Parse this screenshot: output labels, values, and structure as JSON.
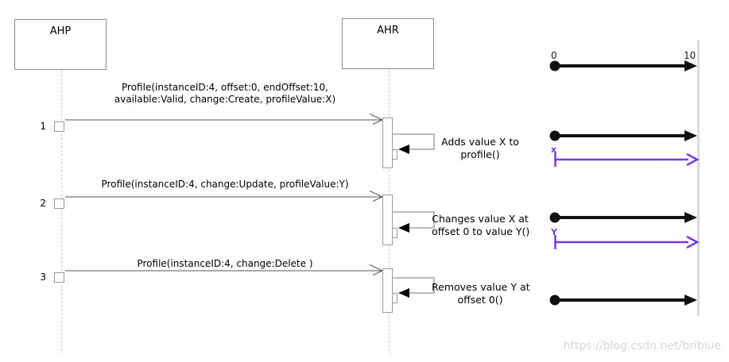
{
  "sequence": {
    "actors": [
      {
        "label": "AHP"
      },
      {
        "label": "AHR"
      }
    ],
    "messages": [
      {
        "seq": "1",
        "line1": "Profile(instanceID:4, offset:0, endOffset:10,",
        "line2": "available:Valid, change:Create, profileValue:X)",
        "note1": "Adds value X to",
        "note2": "profile()"
      },
      {
        "seq": "2",
        "line1": "Profile(instanceID:4, change:Update, profileValue:Y)",
        "line2": "",
        "note1": "Changes value X at",
        "note2": "offset 0 to value Y()"
      },
      {
        "seq": "3",
        "line1": "Profile(instanceID:4, change:Delete )",
        "line2": "",
        "note1": "Removes value Y at",
        "note2": "offset 0()"
      }
    ]
  },
  "timeline": {
    "start_label": "0",
    "end_label": "10",
    "offset_range": [
      0,
      10
    ],
    "rows": [
      {
        "state": "empty profile",
        "value_label": ""
      },
      {
        "state": "value X added at offset 0",
        "value_label": "x"
      },
      {
        "state": "value changed to Y at offset 0",
        "value_label": "Y"
      },
      {
        "state": "value removed",
        "value_label": ""
      }
    ],
    "colors": {
      "timeline_black": "#111111",
      "value_purple": "#7338EE"
    }
  },
  "watermark": {
    "text": "https://blog.csdn.net/briblue"
  }
}
